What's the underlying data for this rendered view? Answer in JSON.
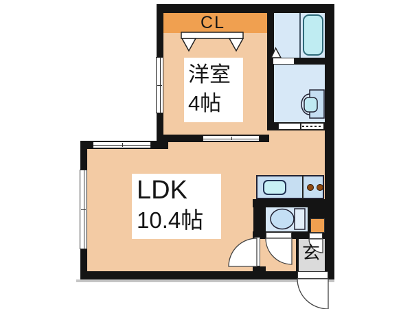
{
  "rooms": {
    "closet": {
      "label": "CL"
    },
    "western_room": {
      "label": "洋室",
      "size": "4帖"
    },
    "ldk": {
      "label": "LDK",
      "size": "10.4帖"
    },
    "entrance": {
      "label": "玄"
    }
  },
  "fixtures": [
    "bathtub",
    "washbasin",
    "toilet",
    "kitchen-counter",
    "kitchen-sink",
    "stove-burners",
    "closet-rod",
    "hangers",
    "shoe-cabinet",
    "door-swing-arcs",
    "windows",
    "sliding-door",
    "accordion-door"
  ],
  "colors": {
    "wall": "#141414",
    "room_floor": "#F3CBA4",
    "closet_floor": "#F0A050",
    "wet_floor": "#D7E8F7",
    "fixture_blue": "#C6DEF2",
    "tub_cyan": "#BFECF2",
    "sink_cyan": "#C7F0F5",
    "entrance_gray": "#DBDBDB",
    "burner_brown": "#8F4A12",
    "background": "#FFFFFF"
  }
}
